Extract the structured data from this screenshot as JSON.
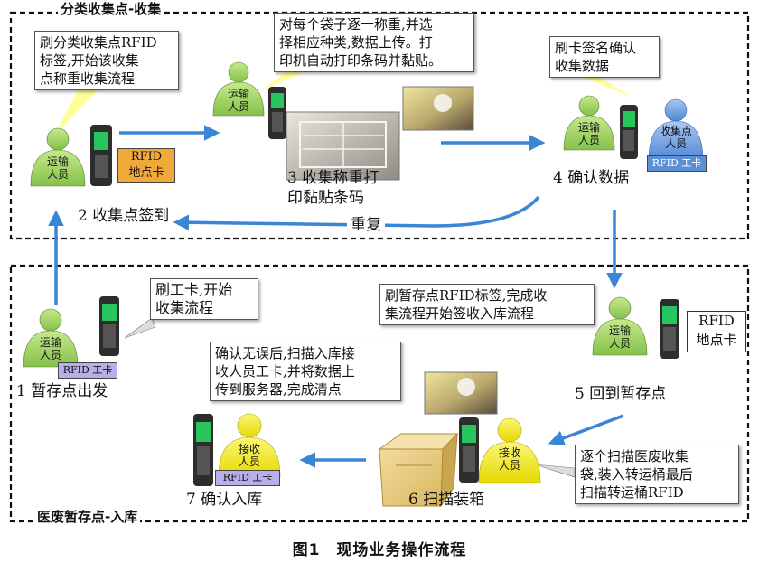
{
  "regions": {
    "top": "分类收集点-收集",
    "bottom": "医废暂存点-入库"
  },
  "callouts": {
    "c1": [
      "刷分类收集点RFID",
      "标签,开始该收集",
      "点称重收集流程"
    ],
    "c2": [
      "对每个袋子逐一称重,并选",
      "择相应种类,数据上传。打",
      "印机自动打印条码并黏贴。"
    ],
    "c3": [
      "刷卡签名确认",
      "收集数据"
    ],
    "c4": [
      "刷工卡,开始",
      "收集流程"
    ],
    "c5": [
      "刷暂存点RFID标签,完成收",
      "集流程开始签收入库流程"
    ],
    "c6": [
      "确认无误后,扫描入库接",
      "收人员工卡,并将数据上",
      "传到服务器,完成清点"
    ],
    "c7": [
      "逐个扫描医废收集",
      "袋,装入转运桶最后",
      "扫描转运桶RFID"
    ]
  },
  "steps": {
    "s1": "1 暂存点出发",
    "s2": "2 收集点签到",
    "s3a": "3 收集称重打",
    "s3b": "印黏贴条码",
    "s4": "4 确认数据",
    "s5": "5 回到暂存点",
    "s6": "6 扫描装箱",
    "s7": "7 确认入库",
    "repeat": "重复"
  },
  "people": {
    "transport": [
      "运输",
      "人员"
    ],
    "collector": [
      "收集点",
      "人员"
    ],
    "receiver": [
      "接收",
      "人员"
    ]
  },
  "cards": {
    "rfid_site": [
      "RFID",
      "地点卡"
    ],
    "rfid_work": "RFID 工卡",
    "rfid_site_plain": [
      "RFID",
      "地点卡"
    ]
  },
  "colors": {
    "transport_green": "#a6d96a",
    "collector_blue": "#6f9fe0",
    "receiver_yellow": "#f4ef1e",
    "arrow_blue": "#3a86d6",
    "card_orange": "#f2a93b",
    "card_blue": "#5b8fd6",
    "card_lavender": "#b7b0e8"
  },
  "figure_caption": "图1　现场业务操作流程"
}
